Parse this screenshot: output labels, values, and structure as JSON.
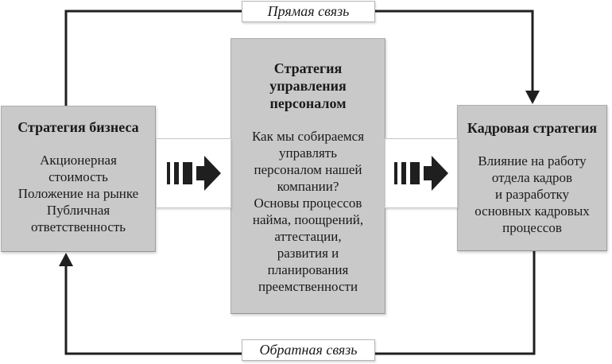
{
  "diagram": {
    "top_label": "Прямая связь",
    "bottom_label": "Обратная связь",
    "boxes": {
      "business": {
        "title": "Стратегия бизнеса",
        "body": "Акционерная\nстоимость\nПоложение на рынке\nПубличная\nответственность"
      },
      "hr_management": {
        "title": "Стратегия\nуправления\nперсоналом",
        "body": "Как мы собираемся\nуправлять\nперсоналом нашей\nкомпании?\nОсновы процессов\nнайма, поощрений,\nаттестации,\nразвития и\nпланирования\nпреемственности"
      },
      "personnel": {
        "title": "Кадровая стратегия",
        "body": "Влияние на работу\nотдела кадров\nи разработку\nосновных кадровых\nпроцессов"
      }
    },
    "icons": {
      "between_boxes": "dashed-arrow-icon",
      "direct_link_end": "arrowhead-down-icon",
      "feedback_end": "arrowhead-up-icon"
    },
    "colors": {
      "box_fill": "#c9c9c9",
      "box_border": "#aeaeae",
      "connector_line": "#1f1f1f",
      "label_border": "#b5b5b5",
      "text": "#1a1a1a",
      "background": "#ffffff"
    }
  }
}
